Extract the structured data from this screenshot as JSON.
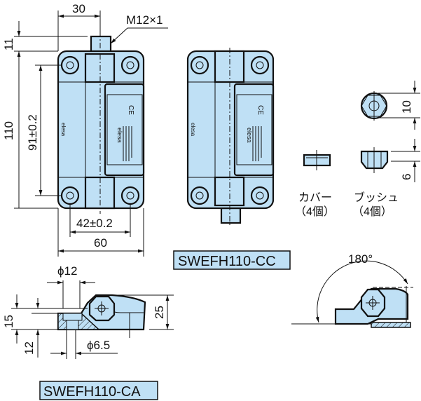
{
  "front_view": {
    "dim_width_pin": "30",
    "thread_label": "M12×1",
    "dim_pin_height": "11",
    "dim_total_height": "110",
    "dim_hole_pitch_v": "91±0.2",
    "dim_hole_pitch_h": "42±0.2",
    "dim_total_width": "60",
    "brand_marks": [
      "elesa",
      "CE"
    ]
  },
  "view_cc": {
    "model_label": "SWEFH110-CC"
  },
  "accessories": {
    "cover_label": "カバー",
    "cover_qty": "（4個）",
    "bush_label": "ブッシュ",
    "bush_qty": "（4個）",
    "dim_bush_width": "10",
    "dim_bush_height": "6"
  },
  "side_view_ca": {
    "dim_counterbore": "ϕ12",
    "dim_hole": "ϕ6.5",
    "dim_base_height": "15",
    "dim_counterbore_depth": "12",
    "dim_total_height": "25",
    "model_label": "SWEFH110-CA"
  },
  "rotation_view": {
    "angle_label": "180°"
  },
  "colors": {
    "part_fill": "#bfe0f5",
    "line": "#111111"
  }
}
